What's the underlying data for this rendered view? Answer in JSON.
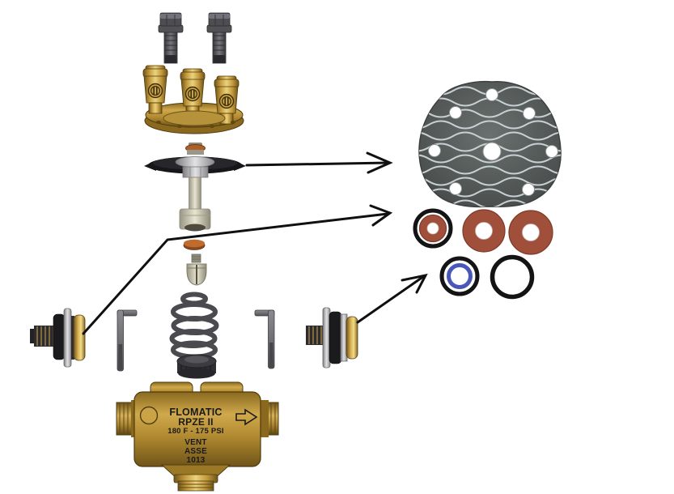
{
  "valve_engraving": {
    "brand": "FLOMATIC",
    "model": "RPZE II",
    "rating": "180 F - 175 PSI",
    "port_label": "VENT",
    "standard": "ASSE",
    "standard_number": "1013"
  },
  "colors": {
    "background": "#ffffff",
    "brass": "#c49a3e",
    "brass_dark": "#6f5418",
    "rubber_disc": "#a0503a",
    "rubber_edge": "#7c3a28",
    "blue_oring": "#4957b8",
    "black_oring": "#141414",
    "plate_gray": "#565c5a",
    "plate_wave": "#c9d0d4",
    "copper_seal": "#c06c2c",
    "steel": "#b9b9bd",
    "arrow": "#101010"
  }
}
